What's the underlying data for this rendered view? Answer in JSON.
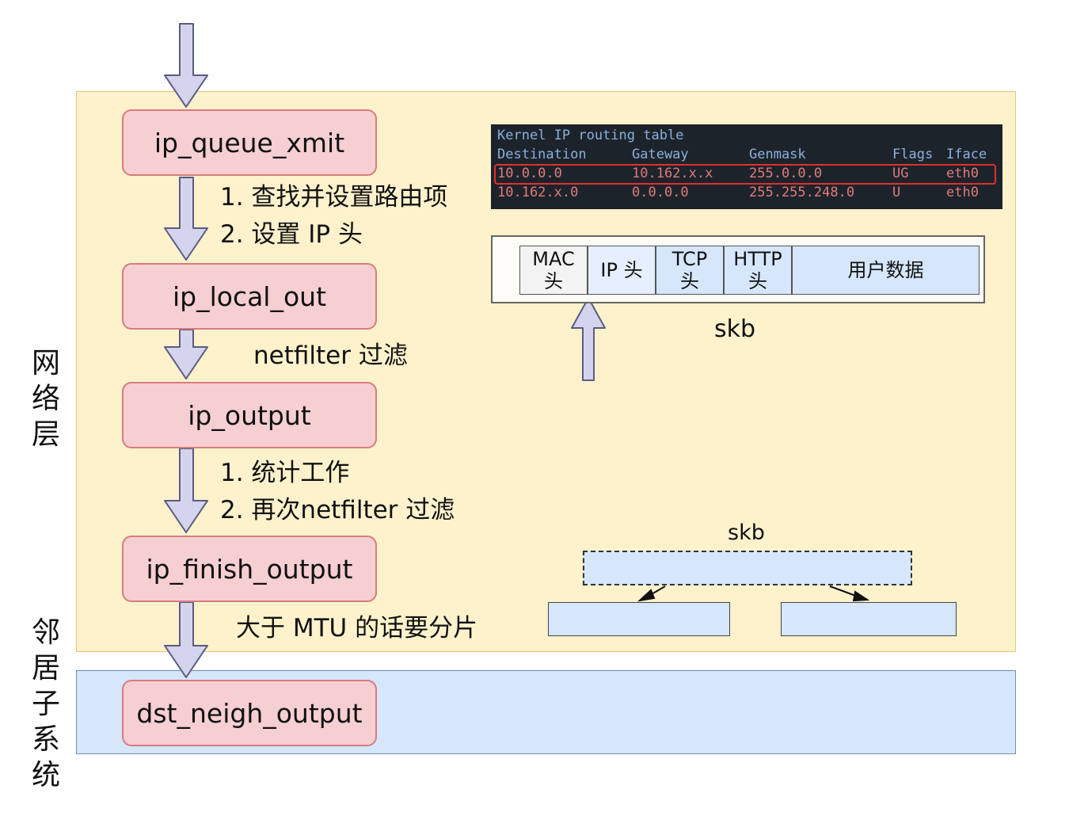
{
  "regions": {
    "network_layer_label": "网\n络\n层",
    "neighbor_subsystem_label": "邻\n居\n子\n系\n统"
  },
  "functions": [
    "ip_queue_xmit",
    "ip_local_out",
    "ip_output",
    "ip_finish_output",
    "dst_neigh_output"
  ],
  "steps": {
    "after_queue_xmit": [
      "1. 查找并设置路由项",
      "2. 设置 IP 头"
    ],
    "after_local_out": "netfilter 过滤",
    "after_output": [
      "1. 统计工作",
      "2. 再次netfilter 过滤"
    ],
    "after_finish_output": "大于 MTU 的话要分片"
  },
  "routing_table": {
    "title": "Kernel IP routing table",
    "headers": [
      "Destination",
      "Gateway",
      "Genmask",
      "Flags",
      "Iface"
    ],
    "rows": [
      [
        "10.0.0.0",
        "10.162.x.x",
        "255.0.0.0",
        "UG",
        "eth0"
      ],
      [
        "10.162.x.0",
        "0.0.0.0",
        "255.255.248.0",
        "U",
        "eth0"
      ]
    ]
  },
  "skb_packet": {
    "cells": [
      "MAC\n头",
      "IP 头",
      "TCP\n头",
      "HTTP\n头",
      "用户数据"
    ],
    "label": "skb"
  },
  "fragment": {
    "label": "skb"
  },
  "colors": {
    "network_region": "#fdf2cc",
    "neighbor_region": "#d6e6fb",
    "function_box": "#f6cfd2",
    "flow_arrow": "#d4d4ec",
    "highlight": "#e03030"
  }
}
